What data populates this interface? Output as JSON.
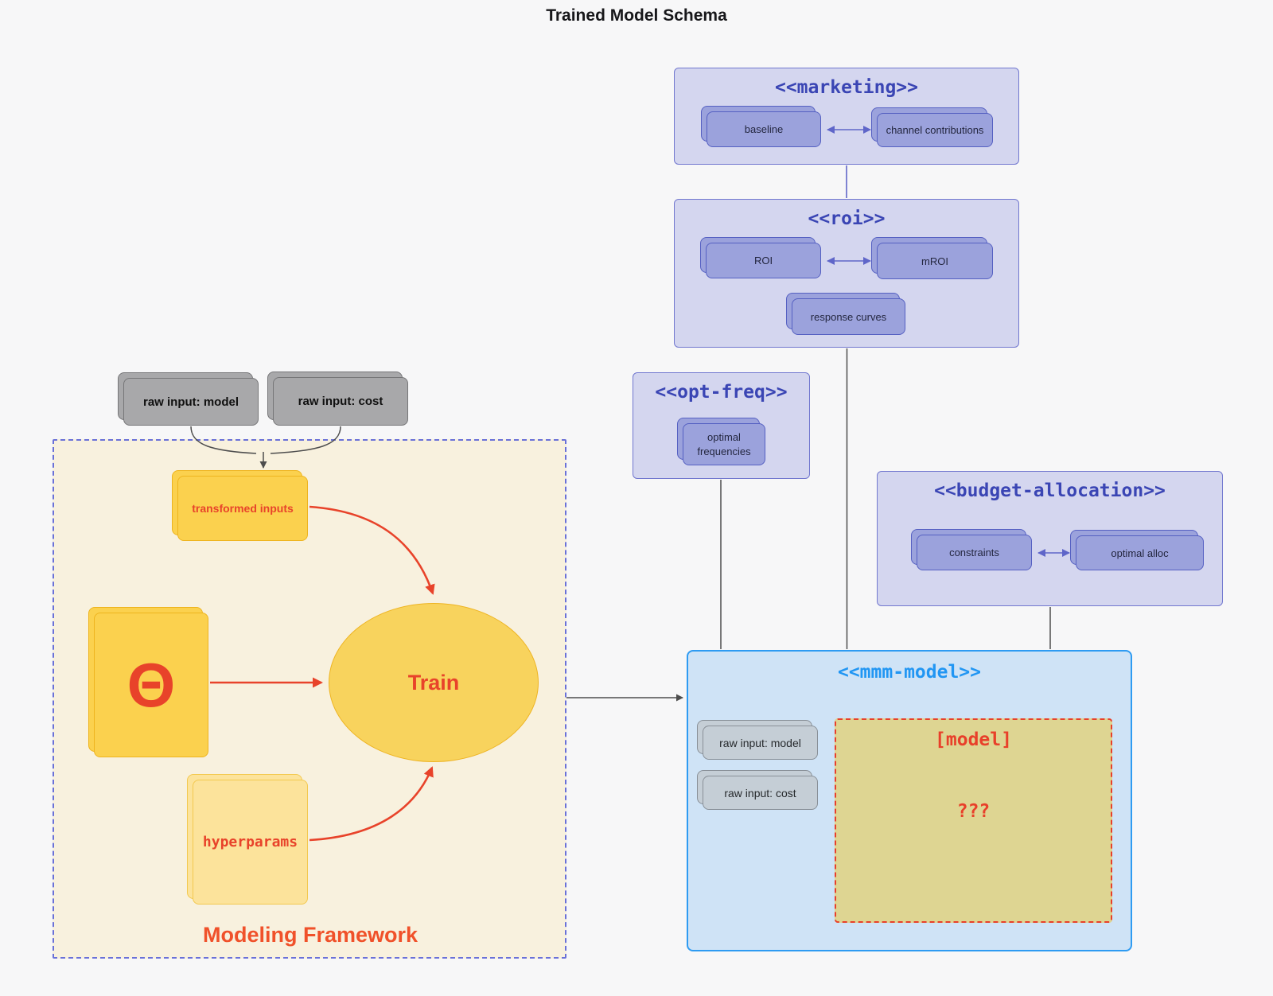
{
  "title": "Trained Model Schema",
  "external_inputs": {
    "raw_input_model": "raw input: model",
    "raw_input_cost": "raw input: cost"
  },
  "marketing": {
    "title": "<<marketing>>",
    "baseline": "baseline",
    "channel_contributions": "channel contributions"
  },
  "roi": {
    "title": "<<roi>>",
    "roi": "ROI",
    "mroi": "mROI",
    "response_curves": "response curves"
  },
  "opt_freq": {
    "title": "<<opt-freq>>",
    "optimal_frequencies": "optimal frequencies"
  },
  "budget_allocation": {
    "title": "<<budget-allocation>>",
    "constraints": "constraints",
    "optimal_alloc": "optimal alloc"
  },
  "mmm_model": {
    "title": "<<mmm-model>>",
    "raw_input_model": "raw input: model",
    "raw_input_cost": "raw input: cost",
    "model_tag": "[model]",
    "model_placeholder": "???"
  },
  "modeling_framework": {
    "label": "Modeling Framework",
    "transformed_inputs": "transformed inputs",
    "theta": "Θ",
    "train": "Train",
    "hyperparams": "hyperparams"
  },
  "colors": {
    "purple_group_fill": "#d4d6ef",
    "purple_group_border": "#7177cf",
    "purple_node_fill": "#9ba2dc",
    "purple_node_border": "#5560c2",
    "purple_title": "#3a45b4",
    "edge_purple": "#5f66c9",
    "edge_dark": "#4d4d4d",
    "mmm_fill": "#cfe3f6",
    "mmm_border": "#2e9bf2",
    "mmm_title": "#2196f3",
    "model_box_fill": "#ded592",
    "red_accent": "#e8432a",
    "framework_fill": "#f8f1de",
    "framework_border": "#6a71d8",
    "yellow_fill": "#fbd14e",
    "yellow_border": "#eeb41e",
    "light_yellow_fill": "#fce39b",
    "gray_fill": "#a8a8aa",
    "bluegray_fill": "#c5ced6"
  }
}
